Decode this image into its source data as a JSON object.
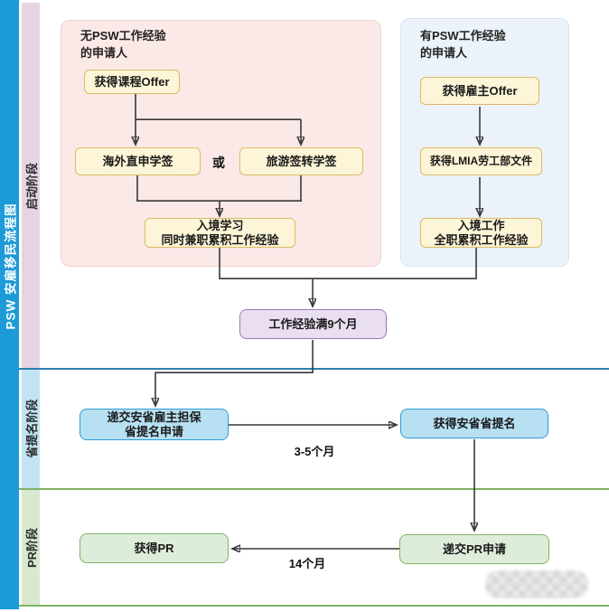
{
  "diagram": {
    "sidebar_title": "PSW 安雇移民流程图",
    "stages": [
      {
        "label": "启动阶段",
        "color": "#E6D4E3"
      },
      {
        "label": "省提名阶段",
        "color": "#C2E3F2"
      },
      {
        "label": "PR阶段",
        "color": "#D7E9CE"
      }
    ],
    "panels": {
      "no_psw": {
        "title": "无PSW工作经验\n的申请人"
      },
      "has_psw": {
        "title": "有PSW工作经验\n的申请人"
      }
    },
    "nodes": {
      "course_offer": {
        "label": "获得课程Offer"
      },
      "study_visa": {
        "label": "海外直申学签"
      },
      "tourist_visa": {
        "label": "旅游签转学签"
      },
      "enter_study": {
        "label": "入境学习\n同时兼职累积工作经验"
      },
      "employer_offer": {
        "label": "获得雇主Offer"
      },
      "lmia": {
        "label": "获得LMIA劳工部文件"
      },
      "enter_work": {
        "label": "入境工作\n全职累积工作经验"
      },
      "exp_9_months": {
        "label": "工作经验满9个月"
      },
      "submit_pnp": {
        "label": "递交安省雇主担保\n省提名申请"
      },
      "get_nomination": {
        "label": "获得安省省提名"
      },
      "submit_pr": {
        "label": "递交PR申请"
      },
      "get_pr": {
        "label": "获得PR"
      }
    },
    "labels": {
      "or": "或",
      "pnp_duration": "3-5个月",
      "pr_duration": "14个月"
    },
    "colors": {
      "sidebar_blue": "#1C9BD8",
      "divider_blue": "#2B80AE",
      "divider_green": "#7EB364",
      "node_yellow_fill": "#FDF5D7",
      "node_yellow_border": "#D9BC62",
      "node_purple_fill": "#E9DFF1",
      "node_purple_border": "#9878B0",
      "node_blue_fill": "#B7E0F2",
      "node_blue_border": "#2F9BD2",
      "node_green_fill": "#DEEDDA",
      "node_green_border": "#7FB565",
      "panel_pink_fill": "#FBE9E8",
      "panel_bluegray_fill": "#ECF2FA"
    }
  }
}
